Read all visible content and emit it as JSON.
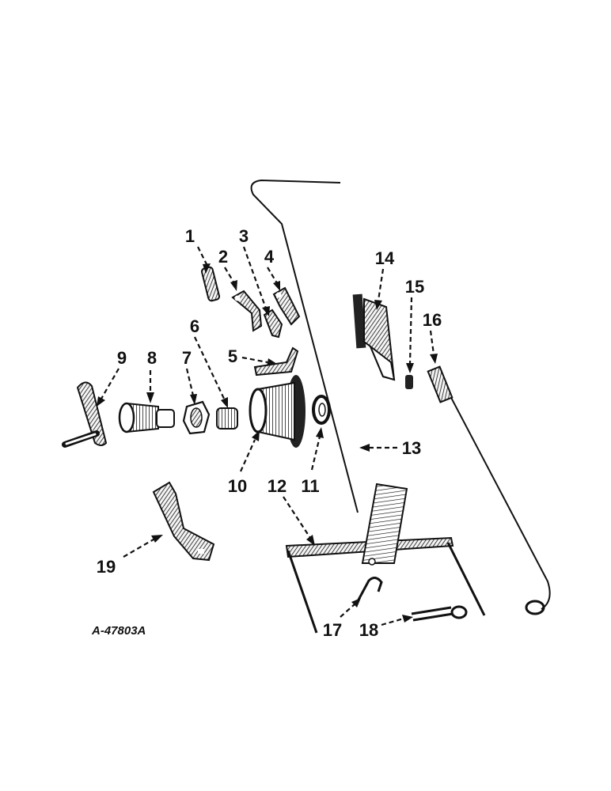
{
  "diagram": {
    "drawing_code": "A-47803A",
    "callouts": [
      {
        "id": 1,
        "label": "1"
      },
      {
        "id": 2,
        "label": "2"
      },
      {
        "id": 3,
        "label": "3"
      },
      {
        "id": 4,
        "label": "4"
      },
      {
        "id": 5,
        "label": "5"
      },
      {
        "id": 6,
        "label": "6"
      },
      {
        "id": 7,
        "label": "7"
      },
      {
        "id": 8,
        "label": "8"
      },
      {
        "id": 9,
        "label": "9"
      },
      {
        "id": 10,
        "label": "10"
      },
      {
        "id": 11,
        "label": "11"
      },
      {
        "id": 12,
        "label": "12"
      },
      {
        "id": 13,
        "label": "13"
      },
      {
        "id": 14,
        "label": "14"
      },
      {
        "id": 15,
        "label": "15"
      },
      {
        "id": 16,
        "label": "16"
      },
      {
        "id": 17,
        "label": "17"
      },
      {
        "id": 18,
        "label": "18"
      },
      {
        "id": 19,
        "label": "19"
      }
    ]
  }
}
